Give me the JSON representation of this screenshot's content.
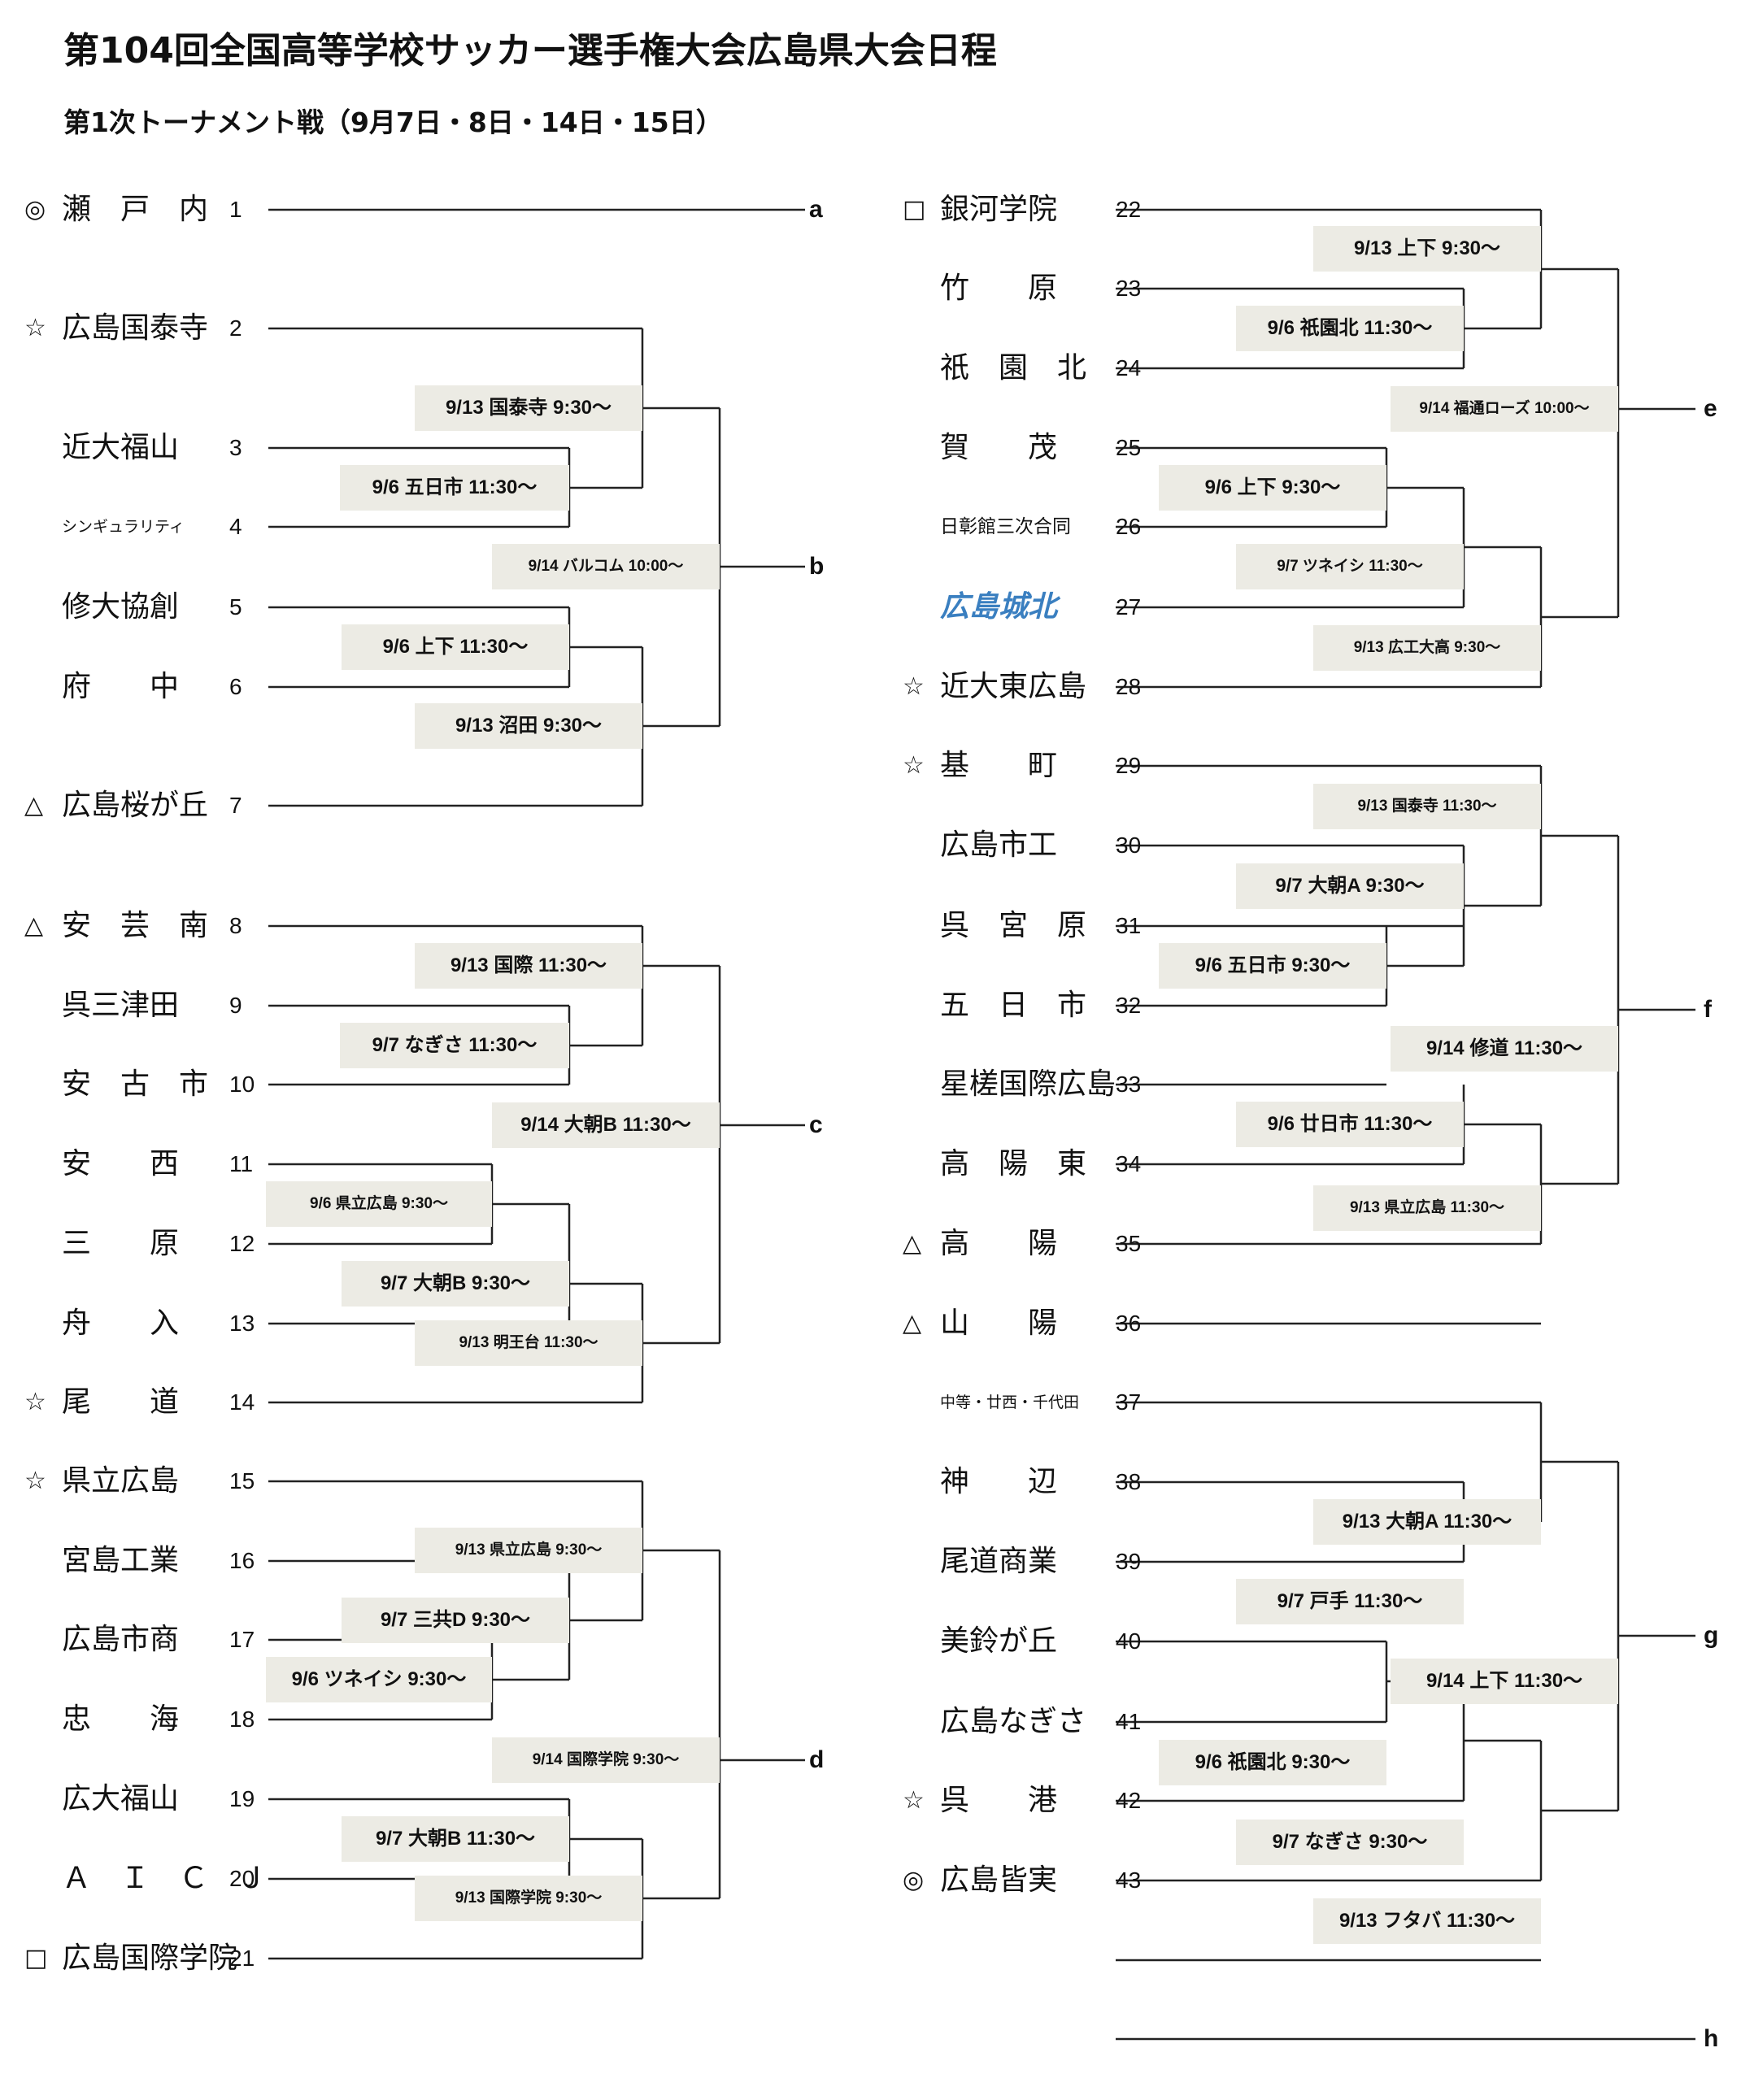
{
  "title": "第104回全国高等学校サッカー選手権大会広島県大会日程",
  "subtitle": "第1次トーナメント戦（9月7日・8日・14日・15日）",
  "teams": [
    {
      "mark": "◎",
      "name": "瀬　戸　内",
      "num": "1"
    },
    {
      "mark": "☆",
      "name": "広島国泰寺",
      "num": "2"
    },
    {
      "mark": "",
      "name": "近大福山",
      "num": "3"
    },
    {
      "mark": "",
      "name": "シンギュラリティ",
      "num": "4"
    },
    {
      "mark": "",
      "name": "修大協創",
      "num": "5"
    },
    {
      "mark": "",
      "name": "府　　中",
      "num": "6"
    },
    {
      "mark": "△",
      "name": "広島桜が丘",
      "num": "7"
    },
    {
      "mark": "△",
      "name": "安　芸　南",
      "num": "8"
    },
    {
      "mark": "",
      "name": "呉三津田",
      "num": "9"
    },
    {
      "mark": "",
      "name": "安　古　市",
      "num": "10"
    },
    {
      "mark": "",
      "name": "安　　西",
      "num": "11"
    },
    {
      "mark": "",
      "name": "三　　原",
      "num": "12"
    },
    {
      "mark": "",
      "name": "舟　　入",
      "num": "13"
    },
    {
      "mark": "☆",
      "name": "尾　　道",
      "num": "14"
    },
    {
      "mark": "☆",
      "name": "県立広島",
      "num": "15"
    },
    {
      "mark": "",
      "name": "宮島工業",
      "num": "16"
    },
    {
      "mark": "",
      "name": "広島市商",
      "num": "17"
    },
    {
      "mark": "",
      "name": "忠　　海",
      "num": "18"
    },
    {
      "mark": "",
      "name": "広大福山",
      "num": "19"
    },
    {
      "mark": "",
      "name": "Ａ　Ｉ　Ｃ　Ｊ",
      "num": "20"
    },
    {
      "mark": "□",
      "name": "広島国際学院",
      "num": "21"
    },
    {
      "mark": "□",
      "name": "銀河学院",
      "num": "22"
    },
    {
      "mark": "",
      "name": "竹　　原",
      "num": "23"
    },
    {
      "mark": "",
      "name": "祇　園　北",
      "num": "24"
    },
    {
      "mark": "",
      "name": "賀　　茂",
      "num": "25"
    },
    {
      "mark": "",
      "name": "日彰館三次合同",
      "num": "26"
    },
    {
      "mark": "",
      "name": "広島城北",
      "num": "27"
    },
    {
      "mark": "☆",
      "name": "近大東広島",
      "num": "28"
    },
    {
      "mark": "☆",
      "name": "基　　町",
      "num": "29"
    },
    {
      "mark": "",
      "name": "広島市工",
      "num": "30"
    },
    {
      "mark": "",
      "name": "呉　宮　原",
      "num": "31"
    },
    {
      "mark": "",
      "name": "五　日　市",
      "num": "32"
    },
    {
      "mark": "",
      "name": "星槎国際広島",
      "num": "33"
    },
    {
      "mark": "",
      "name": "高　陽　東",
      "num": "34"
    },
    {
      "mark": "△",
      "name": "高　　陽",
      "num": "35"
    },
    {
      "mark": "△",
      "name": "山　　陽",
      "num": "36"
    },
    {
      "mark": "",
      "name": "中等・廿西・千代田",
      "num": "37"
    },
    {
      "mark": "",
      "name": "神　　辺",
      "num": "38"
    },
    {
      "mark": "",
      "name": "尾道商業",
      "num": "39"
    },
    {
      "mark": "",
      "name": "美鈴が丘",
      "num": "40"
    },
    {
      "mark": "",
      "name": "広島なぎさ",
      "num": "41"
    },
    {
      "mark": "☆",
      "name": "呉　　港",
      "num": "42"
    },
    {
      "mark": "◎",
      "name": "広島皆実",
      "num": "43"
    }
  ],
  "matches": [
    "9/6 五日市 11:30～",
    "9/13 国泰寺 9:30～",
    "9/6 上下 11:30～",
    "9/13 沼田 9:30～",
    "9/14 バルコム 10:00～",
    "9/7 なぎさ 11:30～",
    "9/13 国際 11:30～",
    "9/6 県立広島 9:30～",
    "9/7 大朝B 9:30～",
    "9/13 明王台 11:30～",
    "9/14 大朝B 11:30～",
    "9/6 ツネイシ 9:30～",
    "9/7 三共D 9:30～",
    "9/13 県立広島 9:30～",
    "9/7 大朝B 11:30～",
    "9/13 国際学院 9:30～",
    "9/14 国際学院 9:30～",
    "9/6 祇園北 11:30～",
    "9/13 上下 9:30～",
    "9/6 上下 9:30～",
    "9/7 ツネイシ 11:30～",
    "9/13 広工大高 9:30～",
    "9/14 福通ローズ 10:00～",
    "9/6 五日市 9:30～",
    "9/7 大朝A 9:30～",
    "9/13 国泰寺 11:30～",
    "9/6 廿日市 11:30～",
    "9/13 県立広島 11:30～",
    "9/14 修道 11:30～",
    "9/7 戸手 11:30～",
    "9/13 大朝A 11:30～",
    "9/6 祇園北 9:30～",
    "9/7 なぎさ 9:30～",
    "9/13 フタバ 11:30～",
    "9/14 上下 11:30～"
  ],
  "finals": [
    "a",
    "b",
    "c",
    "d",
    "e",
    "f",
    "g",
    "h"
  ]
}
